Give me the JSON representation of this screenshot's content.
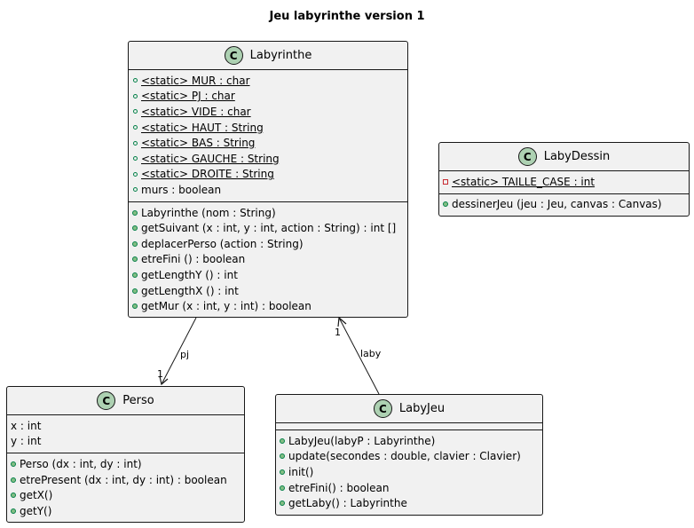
{
  "title": "Jeu labyrinthe version 1",
  "classes": {
    "labyrinthe": {
      "name": "Labyrinthe",
      "attributes": [
        {
          "text": "<static> MUR : char",
          "vis": "public",
          "static": true
        },
        {
          "text": "<static> PJ : char",
          "vis": "public",
          "static": true
        },
        {
          "text": "<static> VIDE : char",
          "vis": "public",
          "static": true
        },
        {
          "text": "<static> HAUT : String",
          "vis": "public",
          "static": true
        },
        {
          "text": "<static> BAS : String",
          "vis": "public",
          "static": true
        },
        {
          "text": "<static> GAUCHE : String",
          "vis": "public",
          "static": true
        },
        {
          "text": "<static> DROITE : String",
          "vis": "public",
          "static": true
        },
        {
          "text": "murs : boolean",
          "vis": "public",
          "static": false
        }
      ],
      "methods": [
        {
          "text": "Labyrinthe (nom : String)",
          "vis": "public"
        },
        {
          "text": "getSuivant (x : int, y : int, action : String) : int []",
          "vis": "public"
        },
        {
          "text": "deplacerPerso (action : String)",
          "vis": "public"
        },
        {
          "text": "etreFini () : boolean",
          "vis": "public"
        },
        {
          "text": "getLengthY () : int",
          "vis": "public"
        },
        {
          "text": "getLengthX () : int",
          "vis": "public"
        },
        {
          "text": "getMur (x : int, y : int) : boolean",
          "vis": "public"
        }
      ]
    },
    "labydessin": {
      "name": "LabyDessin",
      "attributes": [
        {
          "text": "<static> TAILLE_CASE : int",
          "vis": "private",
          "static": true
        }
      ],
      "methods": [
        {
          "text": "dessinerJeu (jeu : Jeu, canvas : Canvas)",
          "vis": "public"
        }
      ]
    },
    "perso": {
      "name": "Perso",
      "attributes": [
        {
          "text": "x : int",
          "vis": "none",
          "static": false
        },
        {
          "text": "y : int",
          "vis": "none",
          "static": false
        }
      ],
      "methods": [
        {
          "text": "Perso (dx : int, dy : int)",
          "vis": "public"
        },
        {
          "text": "etrePresent (dx : int, dy : int) : boolean",
          "vis": "public"
        },
        {
          "text": "getX()",
          "vis": "public"
        },
        {
          "text": "getY()",
          "vis": "public"
        }
      ]
    },
    "labyjeu": {
      "name": "LabyJeu",
      "attributes": [],
      "methods": [
        {
          "text": "LabyJeu(labyP : Labyrinthe)",
          "vis": "public"
        },
        {
          "text": "update(secondes : double, clavier : Clavier)",
          "vis": "public"
        },
        {
          "text": "init()",
          "vis": "public"
        },
        {
          "text": "etreFini() : boolean",
          "vis": "public"
        },
        {
          "text": "getLaby() : Labyrinthe",
          "vis": "public"
        }
      ]
    }
  },
  "class_badge": "C",
  "relations": {
    "pj": {
      "label": "pj",
      "multiplicity": "1"
    },
    "laby": {
      "label": "laby",
      "multiplicity": "1"
    }
  }
}
